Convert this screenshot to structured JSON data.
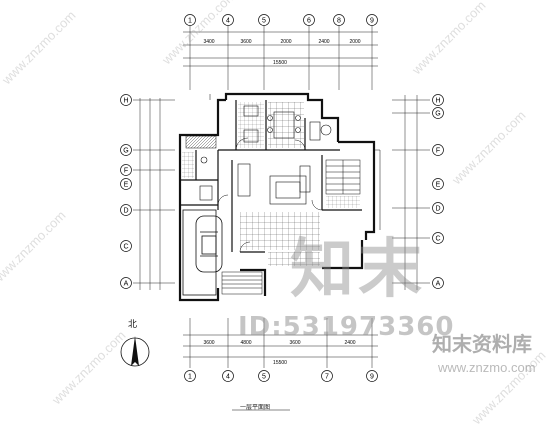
{
  "drawing": {
    "title": "一层平面图",
    "north_label": "北"
  },
  "grid_axes": {
    "top": [
      "1",
      "4",
      "5",
      "6",
      "8",
      "9"
    ],
    "bottom": [
      "1",
      "4",
      "5",
      "7",
      "9"
    ],
    "left": [
      "H",
      "G",
      "F",
      "E",
      "D",
      "C",
      "A"
    ],
    "right": [
      "H",
      "G",
      "F",
      "E",
      "D",
      "C",
      "A"
    ]
  },
  "dimensions": {
    "top_row": [
      "3400",
      "3600",
      "2000",
      "2400",
      "2000"
    ],
    "bottom_row": [
      "3600",
      "4800",
      "3600",
      "2400"
    ],
    "total": "15500",
    "overall_top": "15500"
  },
  "watermarks": {
    "id_text": "ID:531973360",
    "brand_cn": "知末资料库",
    "brand_big": "知末",
    "site": "www.znzmo.com",
    "diag": "www.znzmo.com"
  },
  "colors": {
    "line": "#1a1a1a",
    "background": "#ffffff"
  }
}
